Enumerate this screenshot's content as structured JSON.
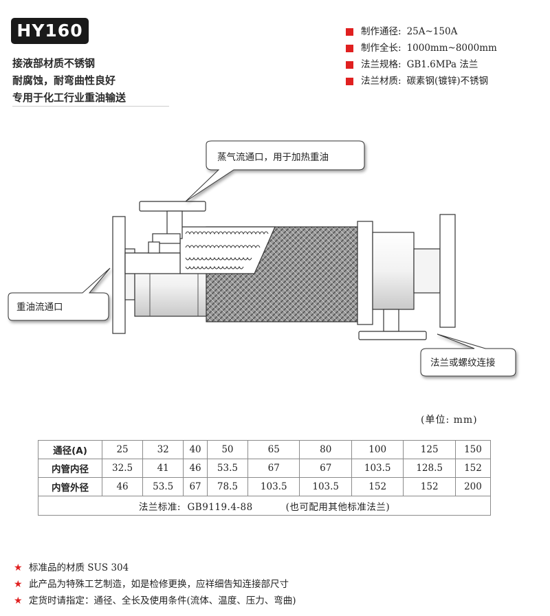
{
  "header": {
    "model": "HY160",
    "features": [
      "接液部材质不锈钢",
      "耐腐蚀，耐弯曲性良好",
      "专用于化工行业重油输送"
    ]
  },
  "specs": [
    {
      "label": "制作通径:",
      "value": "25A~150A"
    },
    {
      "label": "制作全长:",
      "value": "1000mm~8000mm"
    },
    {
      "label": "法兰规格:",
      "value": "GB1.6MPa 法兰"
    },
    {
      "label": "法兰材质:",
      "value": "碳素钢(镀锌)不锈钢"
    }
  ],
  "diagram": {
    "callouts": {
      "steam": "蒸气流通口，用于加热重油",
      "oil": "重油流通口",
      "connection": "法兰或螺纹连接"
    }
  },
  "table": {
    "unit": "(单位: mm)",
    "rows": [
      {
        "header": "通径(A)",
        "values": [
          "25",
          "32",
          "40",
          "50",
          "65",
          "80",
          "100",
          "125",
          "150"
        ]
      },
      {
        "header": "内管内径",
        "values": [
          "32.5",
          "41",
          "46",
          "53.5",
          "67",
          "67",
          "103.5",
          "128.5",
          "152"
        ]
      },
      {
        "header": "内管外径",
        "values": [
          "46",
          "53.5",
          "67",
          "78.5",
          "103.5",
          "103.5",
          "152",
          "152",
          "200"
        ]
      }
    ],
    "flange_standard": "法兰标准:  GB9119.4-88          (也可配用其他标准法兰)"
  },
  "notes": [
    "标准品的材质 SUS 304",
    "此产品为特殊工艺制造，如是检修更换，应祥细告知连接部尺寸",
    "定货时请指定：通径、全长及使用条件(流体、温度、压力、弯曲)"
  ],
  "colors": {
    "accent": "#e02020",
    "badge": "#1a1a1a"
  },
  "icons": {
    "spec_bullet": "red-square",
    "note_bullet": "red-star"
  }
}
